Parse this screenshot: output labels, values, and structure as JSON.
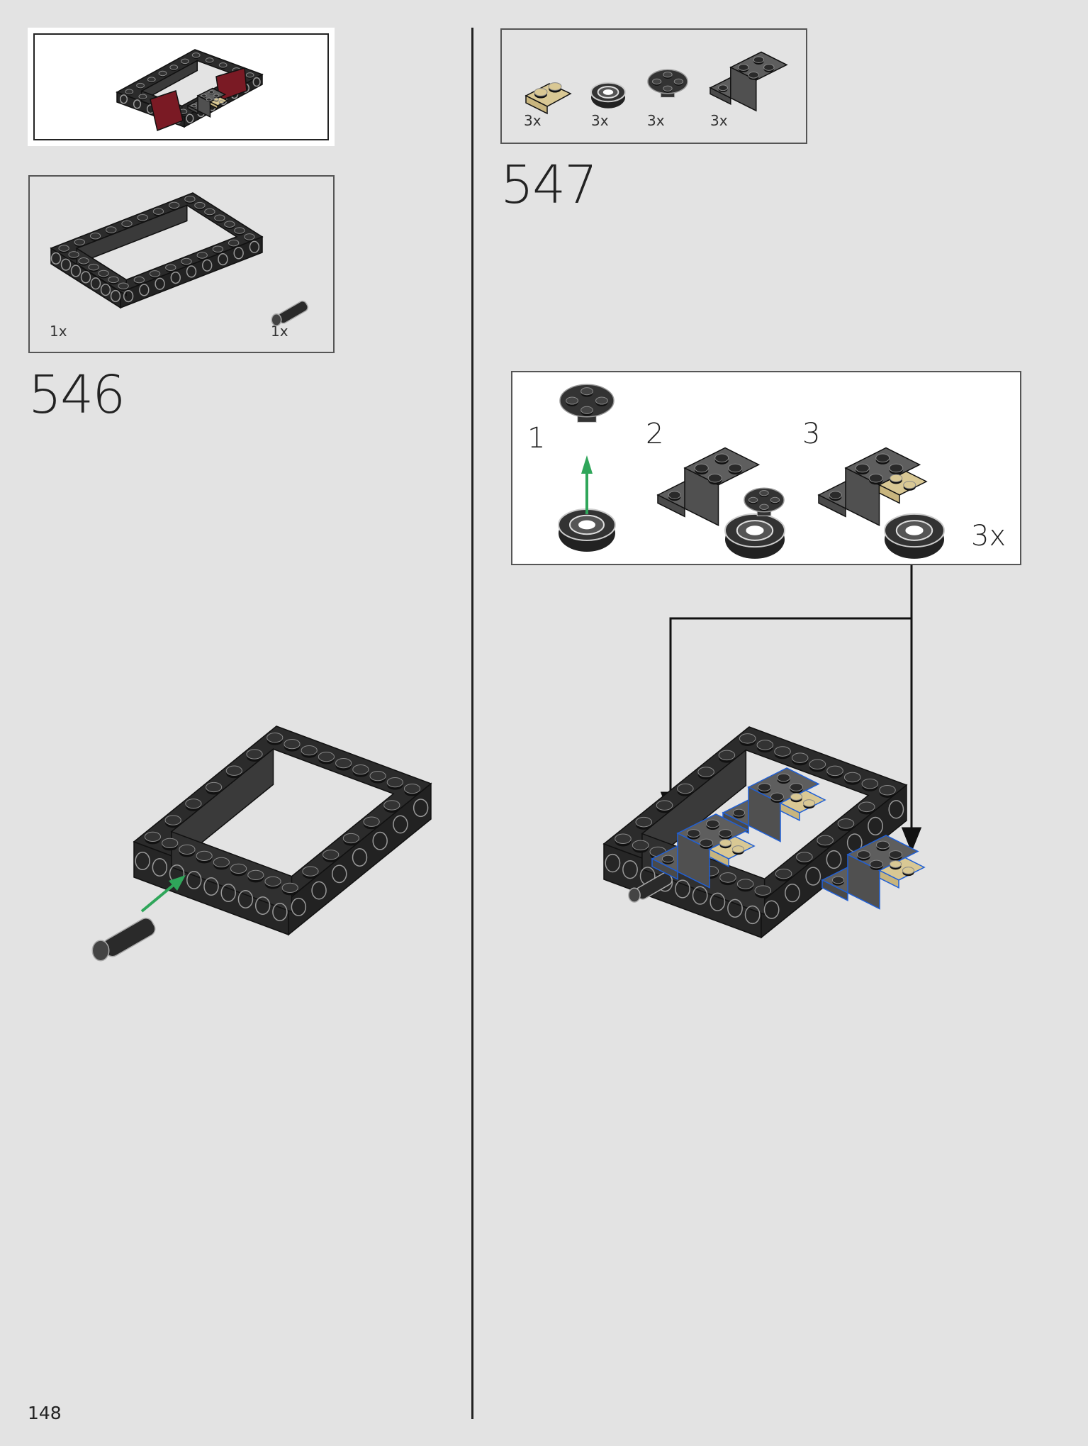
{
  "page_number": "148",
  "colors": {
    "background": "#e3e3e3",
    "black_part": "#2b2b2b",
    "dark_gray_part": "#5e5e5e",
    "tan_part": "#d9c894",
    "dark_red_part": "#7a1a24",
    "arrow_green": "#2fa65a",
    "highlight_blue": "#1f5fd6"
  },
  "steps": [
    {
      "number": "546",
      "parts": [
        {
          "name": "technic-frame-icon",
          "qty": "1x"
        },
        {
          "name": "technic-pin-icon",
          "qty": "1x"
        }
      ]
    },
    {
      "number": "547",
      "parts": [
        {
          "name": "tan-plate-1x2-icon",
          "qty": "3x"
        },
        {
          "name": "tire-icon",
          "qty": "3x"
        },
        {
          "name": "round-plate-icon",
          "qty": "3x"
        },
        {
          "name": "bracket-icon",
          "qty": "3x"
        }
      ],
      "substeps": {
        "labels": [
          "1",
          "2",
          "3"
        ],
        "multiplier": "3x"
      }
    }
  ]
}
